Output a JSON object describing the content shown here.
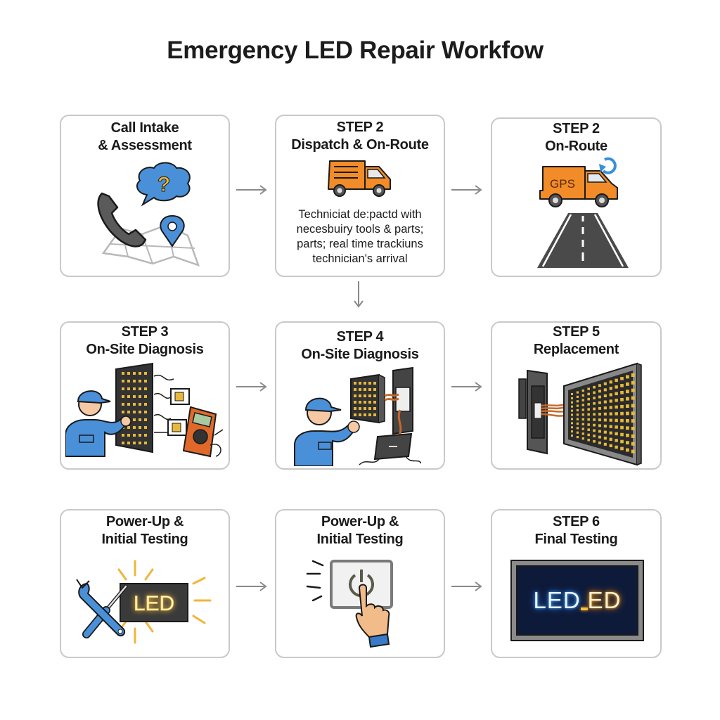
{
  "title": "Emergency LED Repair Workfow",
  "colors": {
    "card_border": "#c9c9c9",
    "arrow": "#8a8a8a",
    "accent_blue": "#4a90d9",
    "accent_orange": "#f28c28",
    "led_yellow": "#f5c242",
    "panel_dark": "#2e2e2e"
  },
  "steps": [
    {
      "title_line1": "Call Intake",
      "title_line2": "& Assessment",
      "icons": [
        "phone-icon",
        "speech-bubble-question-icon",
        "map-pin-icon",
        "map-icon"
      ]
    },
    {
      "title_line1": "STEP 2",
      "title_line2": "Dispatch & On-Route",
      "description": [
        "Techniciat de:pactd with",
        "necesbuiry tools & parts;",
        "parts; real time trackiuns",
        "technician's arrival"
      ],
      "icons": [
        "delivery-truck-icon"
      ]
    },
    {
      "title_line1": "STEP 2",
      "title_line2": "On-Route",
      "truck_label": "GPS",
      "icons": [
        "gps-truck-icon",
        "refresh-icon",
        "road-icon"
      ]
    },
    {
      "title_line1": "STEP 3",
      "title_line2": "On-Site Diagnosis",
      "icons": [
        "technician-icon",
        "led-panel-icon",
        "chip-icon",
        "multimeter-icon"
      ]
    },
    {
      "title_line1": "STEP 4",
      "title_line2": "On-Site Diagnosis",
      "icons": [
        "technician-icon",
        "led-panel-icon",
        "control-box-icon",
        "circuit-board-icon"
      ]
    },
    {
      "title_line1": "STEP 5",
      "title_line2": "Replacement",
      "icons": [
        "control-box-icon",
        "cable-icon",
        "led-matrix-icon"
      ]
    },
    {
      "title_line1": "Power-Up &",
      "title_line2": "Initial Testing",
      "led_label": "LED",
      "icons": [
        "wrench-icon",
        "screwdriver-icon",
        "glowing-led-sign-icon"
      ]
    },
    {
      "title_line1": "Power-Up &",
      "title_line2": "Initial Testing",
      "icons": [
        "power-button-icon",
        "pointing-hand-icon"
      ]
    },
    {
      "title_line1": "STEP 6",
      "title_line2": "Final Testing",
      "screen_text_left": "LED",
      "screen_text_right": "ED",
      "icons": [
        "led-screen-icon"
      ]
    }
  ],
  "arrows": [
    {
      "from": 1,
      "to": 2,
      "direction": "right"
    },
    {
      "from": 2,
      "to": 3,
      "direction": "right"
    },
    {
      "from": 2,
      "to": 5,
      "direction": "down"
    },
    {
      "from": 4,
      "to": 5,
      "direction": "right"
    },
    {
      "from": 5,
      "to": 6,
      "direction": "right"
    },
    {
      "from": 7,
      "to": 8,
      "direction": "right"
    },
    {
      "from": 8,
      "to": 9,
      "direction": "right"
    }
  ]
}
